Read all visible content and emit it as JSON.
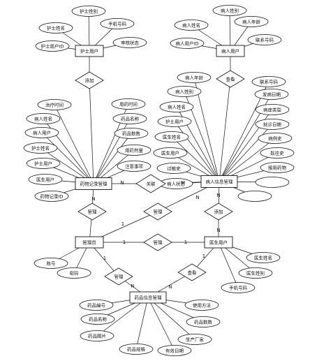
{
  "entities": {
    "nurse": "护士用户",
    "patient": "病人用户",
    "record": "药物记录管理",
    "info": "病人信息管理",
    "admin": "管理员",
    "doctor": "医生用户",
    "drug": "药品信息管理"
  },
  "relationships": {
    "nurse_add": "添加",
    "patient_view": "查看",
    "assoc": "关联",
    "manage_record": "管理",
    "manage_info": "管理",
    "manage_doctor": "管理",
    "doctor_add": "添加",
    "manage_drug": "管理",
    "view_drug": "查看"
  },
  "attributes": {
    "nurse": [
      "护士姓别",
      "护士姓名",
      "手机号码",
      "护士用户ID",
      "审核状态"
    ],
    "patient": [
      "病人姓别",
      "病人姓名",
      "病人年龄",
      "病人用户ID",
      "联系号码"
    ],
    "record": [
      "治疗时间",
      "用药时间",
      "病人姓名",
      "药品名称",
      "病人用户",
      "药品数数",
      "护士姓名",
      "用药剂量",
      "护士用户",
      "注意事项",
      "医生用户",
      "药物记录ID"
    ],
    "info": [
      "病人年龄",
      "联系号码",
      "病人姓别",
      "发病日期",
      "病人姓名",
      "病症类型",
      "护士用户",
      "就诊日期",
      "医生姓名",
      "病例史",
      "医生用户",
      "既往史",
      "过敏史",
      "服用药物",
      "病人状态"
    ],
    "admin": [
      "账号",
      "密码"
    ],
    "doctor": [
      "医生姓名",
      "医生姓别",
      "手机号码"
    ],
    "drug": [
      "药品编号",
      "使用方法",
      "药品名称",
      "药品数数",
      "药品图片",
      "生产厂家",
      "药品规格",
      "有效日期"
    ]
  },
  "cardinalities": {
    "record_assoc": "N",
    "info_assoc": "M",
    "record_manage": "N",
    "admin_manage_record": "1",
    "admin_manage_info": "1",
    "info_manage": "N",
    "admin_manage_doctor": "1",
    "doctor_manage": "N",
    "doctor_add": "1",
    "info_add": "N",
    "admin_manage_drug": "1",
    "drug_manage": "N",
    "doctor_view": "1",
    "drug_view": "N"
  }
}
